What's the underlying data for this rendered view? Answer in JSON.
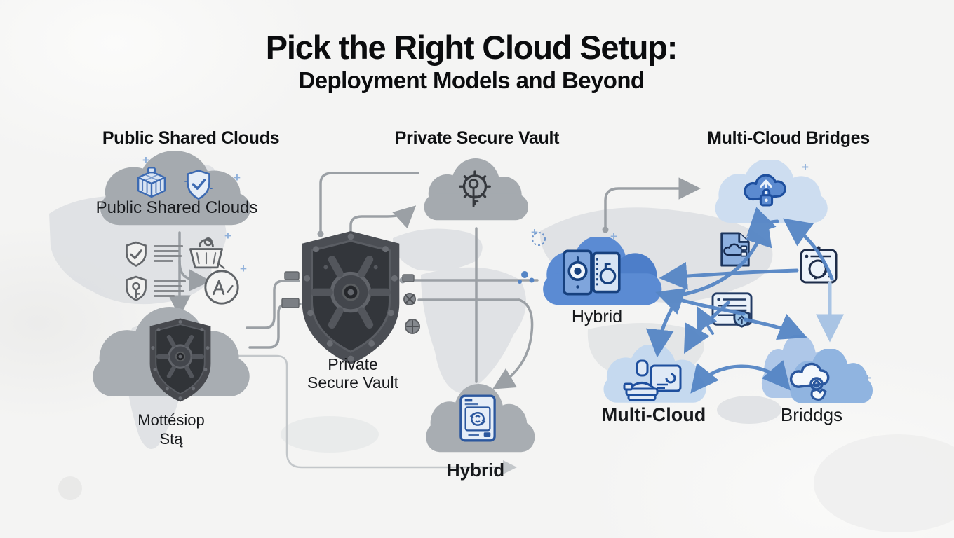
{
  "title": {
    "line1": "Pick the Right Cloud Setup:",
    "line2": "Deployment Models and Beyond"
  },
  "headings": {
    "public": "Public Shared Clouds",
    "private": "Private Secure Vault",
    "bridges": "Multi-Cloud Bridges"
  },
  "nodes": {
    "public_cloud": {
      "label": "Public Shared Clouds"
    },
    "private_vault": {
      "label_line1": "Private",
      "label_line2": "Secure Vault"
    },
    "lower_left_cloud": {
      "label_line1": "Mottésiop",
      "label_line2": "Stą"
    },
    "hybrid_vault_cloud": {
      "label": "Hybrid"
    },
    "hybrid_bottom_cloud": {
      "label": "Hybrid"
    },
    "multi_cloud": {
      "label": "Multi-Cloud"
    },
    "bridges_cloud_bottom": {
      "label": "Briddgs"
    }
  },
  "decorations": {
    "sparkle": "+"
  },
  "icons": {
    "public_cloud": [
      "package-icon",
      "shield-check-icon"
    ],
    "left_column": [
      "shield-check-badge-icon",
      "shield-key-badge-icon",
      "basket-icon",
      "compass-a-icon"
    ],
    "center": [
      "vault-shield-icon",
      "gear-key-icon"
    ],
    "lower_left": [
      "vault-shield-small-icon"
    ],
    "hybrid": [
      "vault-door-icon",
      "document-sync-icon"
    ],
    "right_side": [
      "cloud-upload-lock-icon",
      "file-cloud-icon",
      "search-panel-icon",
      "notes-shield-icon",
      "person-card-icon",
      "cloud-click-icon"
    ]
  },
  "colors": {
    "background": "#f4f4f3",
    "title_text": "#0b0c0e",
    "gray_cloud": "#a5aaaf",
    "light_blue_cloud": "#cdddf0",
    "blue_cloud": "#5b8bd3",
    "icon_blue": "#2e5ca6",
    "arrow_blue": "#5585c5",
    "arrow_light_blue": "#a9c4e4",
    "connector_gray": "#9ba0a5",
    "map_gray": "#dadde0"
  }
}
